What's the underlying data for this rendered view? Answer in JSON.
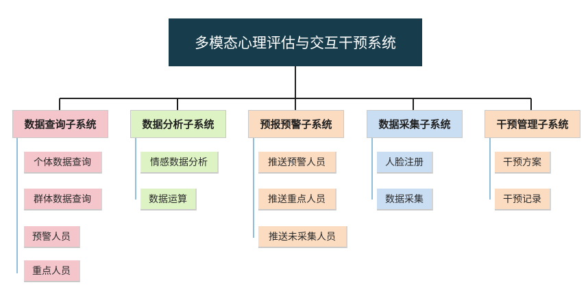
{
  "root": {
    "title": "多模态心理评估与交互干预系统"
  },
  "subsystems": [
    {
      "name": "数据查询子系统",
      "color": "#f4c6cc",
      "items": [
        "个体数据查询",
        "群体数据查询",
        "预警人员",
        "重点人员"
      ]
    },
    {
      "name": "数据分析子系统",
      "color": "#ddf3c4",
      "items": [
        "情感数据分析",
        "数据运算"
      ]
    },
    {
      "name": "预报预警子系统",
      "color": "#fbdcc1",
      "items": [
        "推送预警人员",
        "推送重点人员",
        "推送未采集人员"
      ]
    },
    {
      "name": "数据采集子系统",
      "color": "#c9ddf3",
      "items": [
        "人脸注册",
        "数据采集"
      ]
    },
    {
      "name": "干预管理子系统",
      "color": "#fbdcc1",
      "items": [
        "干预方案",
        "干预记录"
      ]
    }
  ],
  "colors": {
    "root_bg": "#173d4d",
    "connector": "#1c1c1c",
    "branch_line": "#1f7bb6"
  }
}
